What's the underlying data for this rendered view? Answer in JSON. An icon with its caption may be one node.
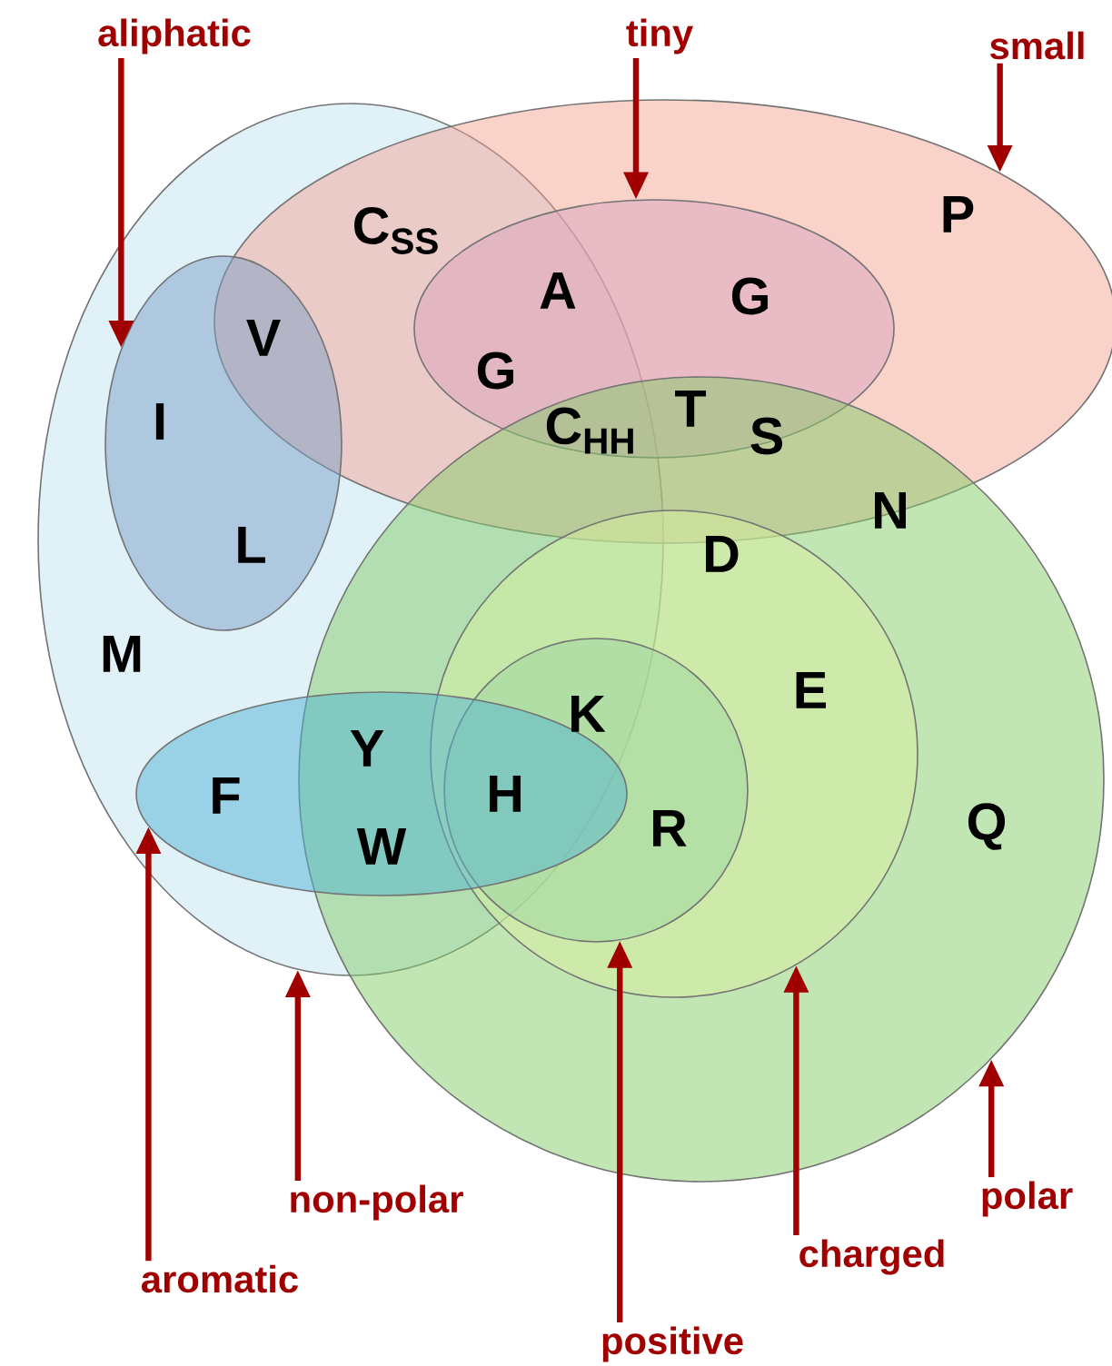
{
  "diagram": {
    "nodes": [
      {
        "text": [
          "aliphatic"
        ]
      },
      {
        "text": [
          "tiny"
        ]
      },
      {
        "text": [
          "small"
        ]
      },
      {
        "text": [
          "non-polar"
        ]
      },
      {
        "text": [
          "aromatic"
        ]
      },
      {
        "text": [
          "polar"
        ]
      },
      {
        "text": [
          "charged"
        ]
      },
      {
        "text": [
          "positive"
        ]
      },
      {
        "text": [],
        "shape": "ellipse"
      },
      {
        "text": [],
        "shape": "ellipse"
      },
      {
        "text": [],
        "shape": "ellipse",
        "in": 9
      },
      {
        "text": [],
        "shape": "ellipse",
        "in": 8
      },
      {
        "text": [],
        "shape": "circle"
      },
      {
        "text": [],
        "shape": "circle",
        "in": 12
      },
      {
        "text": [],
        "shape": "circle",
        "in": 13
      },
      {
        "text": [],
        "shape": "ellipse",
        "in": 8
      }
    ],
    "edges": [
      {
        "from": 0,
        "to": 11,
        "arrow": "to"
      },
      {
        "from": 1,
        "to": 10,
        "arrow": "to"
      },
      {
        "from": 2,
        "to": 9,
        "arrow": "to"
      },
      {
        "from": 3,
        "to": 8,
        "arrow": "to"
      },
      {
        "from": 4,
        "to": 15,
        "arrow": "to"
      },
      {
        "from": 5,
        "to": 12,
        "arrow": "to"
      },
      {
        "from": 6,
        "to": 13,
        "arrow": "to"
      },
      {
        "from": 7,
        "to": 14,
        "arrow": "to"
      }
    ],
    "labels": [
      "C$_{SS}$",
      "P",
      "A",
      "G",
      "V",
      "G",
      "I",
      "C$_{HH}$",
      "T",
      "S",
      "L",
      "D",
      "N",
      "M",
      "E",
      "Y",
      "K",
      "F",
      "H",
      "R",
      "Q",
      "W"
    ]
  }
}
